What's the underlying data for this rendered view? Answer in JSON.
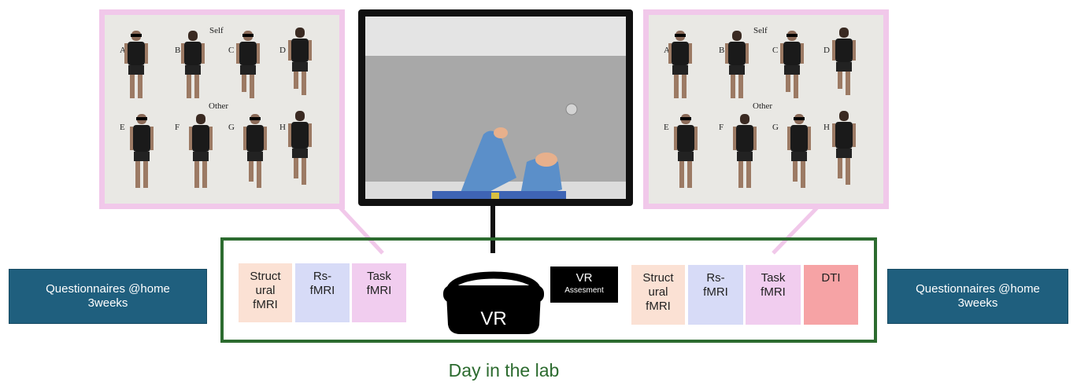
{
  "questionnaire_left": {
    "line1": "Questionnaires @home",
    "line2": "3weeks"
  },
  "questionnaire_right": {
    "line1": "Questionnaires @home",
    "line2": "3weeks"
  },
  "session_left": {
    "structural": [
      "Struct",
      "ural",
      "fMRI"
    ],
    "rs": [
      "Rs-",
      "fMRI"
    ],
    "task": [
      "Task",
      "fMRI"
    ]
  },
  "headset": {
    "label": "VR"
  },
  "vr_assessment": {
    "title": "VR",
    "subtitle": "Assesment"
  },
  "session_right": {
    "structural": [
      "Struct",
      "ural",
      "fMRI"
    ],
    "rs": [
      "Rs-",
      "fMRI"
    ],
    "task": [
      "Task",
      "fMRI"
    ],
    "dti": "DTI"
  },
  "caption": "Day in the lab",
  "avatar_panel": {
    "self_label": "Self",
    "other_label": "Other",
    "letters": [
      "A",
      "B",
      "C",
      "D",
      "E",
      "F",
      "G",
      "H"
    ]
  },
  "colors": {
    "questionnaire": "#1f5f7e",
    "lab_frame": "#2c6b2f",
    "structural": "#fbe1d4",
    "rs_fmri": "#d7dbf7",
    "task_fmri": "#f1cdef",
    "dti": "#f6a3a5",
    "panel_border": "#f1c8ea"
  }
}
